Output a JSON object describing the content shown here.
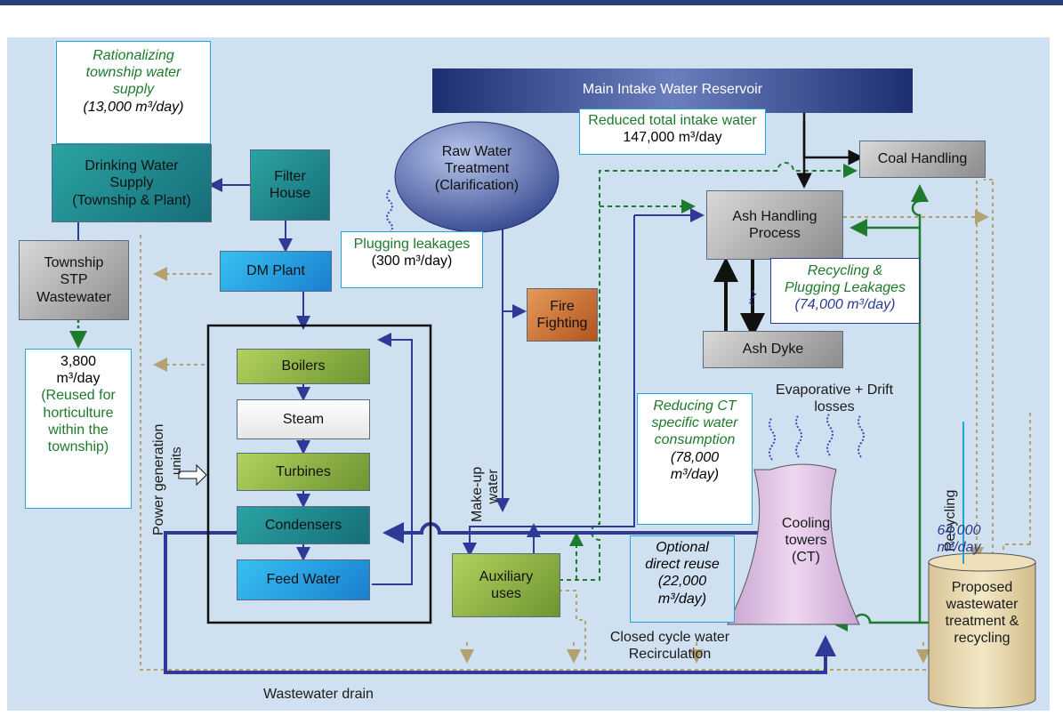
{
  "nodes": {
    "main_intake": "Main Intake Water Reservoir",
    "raw_water": [
      "Raw Water",
      "Treatment",
      "(Clarification)"
    ],
    "drinking_water": [
      "Drinking Water",
      "Supply",
      "(Township & Plant)"
    ],
    "filter_house": [
      "Filter",
      "House"
    ],
    "township_stp": [
      "Township",
      "STP",
      "Wastewater"
    ],
    "dm_plant": "DM Plant",
    "fire_fighting": [
      "Fire",
      "Fighting"
    ],
    "coal_handling": "Coal Handling",
    "ash_handling": [
      "Ash Handling",
      "Process"
    ],
    "ash_dyke": "Ash Dyke",
    "boilers": "Boilers",
    "steam": "Steam",
    "turbines": "Turbines",
    "condensers": "Condensers",
    "feed_water": "Feed Water",
    "auxiliary": [
      "Auxiliary",
      "uses"
    ],
    "cooling_towers": [
      "Cooling",
      "towers",
      "(CT)"
    ],
    "proposed_wwt": [
      "Proposed",
      "wastewater",
      "treatment &",
      "recycling"
    ]
  },
  "notes": {
    "township_rationalize": [
      "Rationalizing",
      "township water",
      "supply"
    ],
    "township_rationalize_value": "(13,000 m³/day)",
    "reduced_intake": "Reduced total intake water",
    "reduced_intake_value": "147,000 m³/day",
    "plugging_leakages": "Plugging leakages",
    "plugging_leakages_value": "(300 m³/day)",
    "recycling_ash": [
      "Recycling &",
      "Plugging Leakages"
    ],
    "recycling_ash_value": "(74,000 m³/day)",
    "stp_reuse_value": [
      "3,800",
      "m³/day"
    ],
    "stp_reuse_text": [
      "(Reused for",
      "horticulture",
      "within the",
      "township)"
    ],
    "ct_reduce": [
      "Reducing CT",
      "specific water",
      "consumption"
    ],
    "ct_reduce_value": [
      "(78,000",
      "m³/day)"
    ],
    "optional_reuse": [
      "Optional",
      "direct reuse",
      "(22,000",
      "m³/day)"
    ],
    "evaporative": [
      "Evaporative + Drift",
      "losses"
    ],
    "recycling_label": "Recycling",
    "recycling_value": [
      "64,000",
      "m³/day"
    ]
  },
  "labels": {
    "power_generation": [
      "Power generation",
      "units"
    ],
    "makeup_water": [
      "Make-up",
      "water"
    ],
    "closed_cycle": [
      "Closed cycle water",
      "Recirculation"
    ],
    "wastewater_drain": "Wastewater drain"
  },
  "colors": {
    "background": "#cfe0f1",
    "navy_flow": "#2e3a96",
    "green_flow": "#1e7a2c",
    "wastewater": "#b3a170",
    "note_border": "#21a5d8",
    "teal_box": "#1c8a8f",
    "green_box": "#8db33f",
    "grey_box": "#9a9a9a",
    "blue_box": "#1a8fd8",
    "orange_box": "#c86a2c",
    "tower": "#d7b8dc"
  }
}
